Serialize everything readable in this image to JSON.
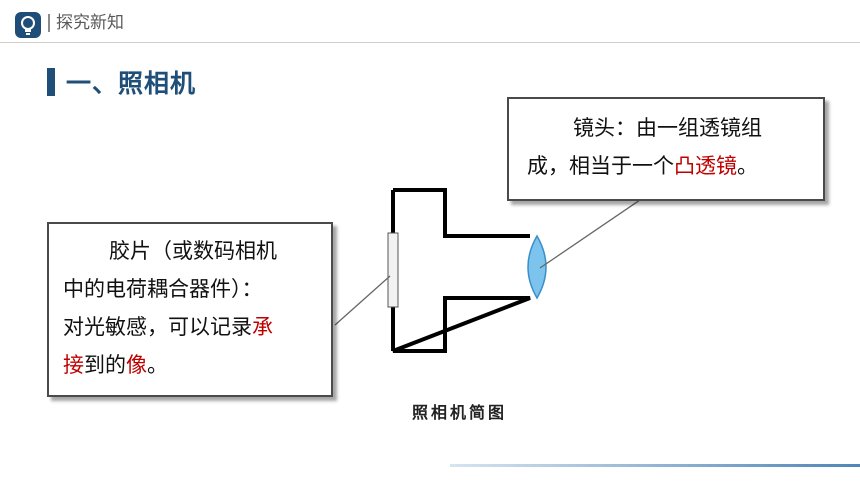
{
  "header": {
    "title": "探究新知"
  },
  "section": {
    "title": "一、照相机"
  },
  "lens_callout": {
    "line1": "镜头：由一组透镜组",
    "line2_pre": "成，相当于一个",
    "line2_hl": "凸透镜",
    "line2_post": "。"
  },
  "film_callout": {
    "line1": "胶片（或数码相机",
    "line2": "中的电荷耦合器件）：",
    "line3_pre": "对光敏感，可以记录",
    "line3_hl": "承",
    "line4_hl1": "接",
    "line4_mid": "到的",
    "line4_hl2": "像",
    "line4_post": "。"
  },
  "diagram": {
    "caption": "照相机简图"
  },
  "colors": {
    "brand": "#1f4e79",
    "highlight": "#c00000",
    "lens": "#5fb3e6"
  }
}
